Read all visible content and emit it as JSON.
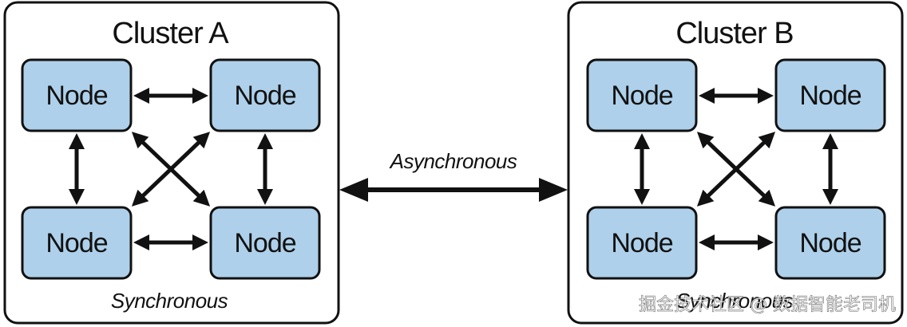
{
  "clusters": [
    {
      "title": "Cluster A",
      "nodes": [
        "Node",
        "Node",
        "Node",
        "Node"
      ],
      "footer": "Synchronous"
    },
    {
      "title": "Cluster B",
      "nodes": [
        "Node",
        "Node",
        "Node",
        "Node"
      ],
      "footer": "Synchronous"
    }
  ],
  "link": {
    "label": "Asynchronous"
  },
  "watermark": "掘金技术社区 @ 数据智能老司机",
  "colors": {
    "node_fill": "#aed0ea",
    "stroke": "#111111",
    "background": "#ffffff"
  }
}
